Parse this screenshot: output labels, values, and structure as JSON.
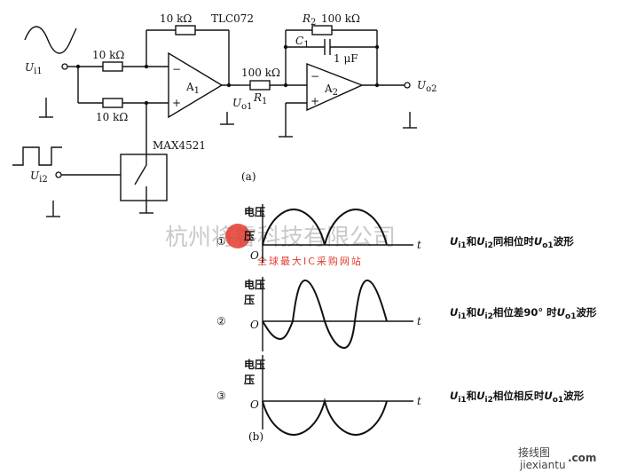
{
  "circuit": {
    "opamp_model": "TLC072",
    "switch_model": "MAX4521",
    "r_feedback": "10 kΩ",
    "r_in_top": "10 kΩ",
    "r_in_bottom": "10 kΩ",
    "r1_value": "100 kΩ",
    "r1_name": "R",
    "r1_sub": "1",
    "r2_name": "R",
    "r2_sub": "2",
    "r2_value": "100 kΩ",
    "c1_name": "C",
    "c1_sub": "1",
    "c1_value": "1 μF",
    "a1_name": "A",
    "a1_sub": "1",
    "a2_name": "A",
    "a2_sub": "2",
    "minus": "−",
    "plus": "+",
    "ui1": "U",
    "ui1_sub": "i1",
    "ui2": "U",
    "ui2_sub": "i2",
    "uo1": "U",
    "uo1_sub": "o1",
    "uo2": "U",
    "uo2_sub": "o2",
    "caption": "(a)"
  },
  "waveforms": {
    "caption": "(b)",
    "voltage_label": "电压",
    "voltage_label_2": "电压",
    "voltage_label_3": "电压",
    "origin": "O",
    "origin_2": "O",
    "origin_3": "O",
    "time_axis": "t",
    "time_axis_2": "t",
    "time_axis_3": "t",
    "cases": [
      {
        "marker": "①",
        "a": "U",
        "a_sub": "i1",
        "mid": "和",
        "b": "U",
        "b_sub": "i2",
        "rel": "同相位时",
        "c": "U",
        "c_sub": "o1",
        "end": "波形"
      },
      {
        "marker": "②",
        "a": "U",
        "a_sub": "i1",
        "mid": "和",
        "b": "U",
        "b_sub": "i2",
        "rel": "相位差90° 时",
        "c": "U",
        "c_sub": "o1",
        "end": "波形"
      },
      {
        "marker": "③",
        "a": "U",
        "a_sub": "i1",
        "mid": "和",
        "b": "U",
        "b_sub": "i2",
        "rel": "相位相反时",
        "c": "U",
        "c_sub": "o1",
        "end": "波形"
      }
    ]
  },
  "watermark": {
    "company": "杭州将睿科技有限公司",
    "tagline": "全球最大IC采购网站",
    "site_cn": "接线图",
    "site_domain": "jiexiantu",
    "site_com": ".com"
  }
}
